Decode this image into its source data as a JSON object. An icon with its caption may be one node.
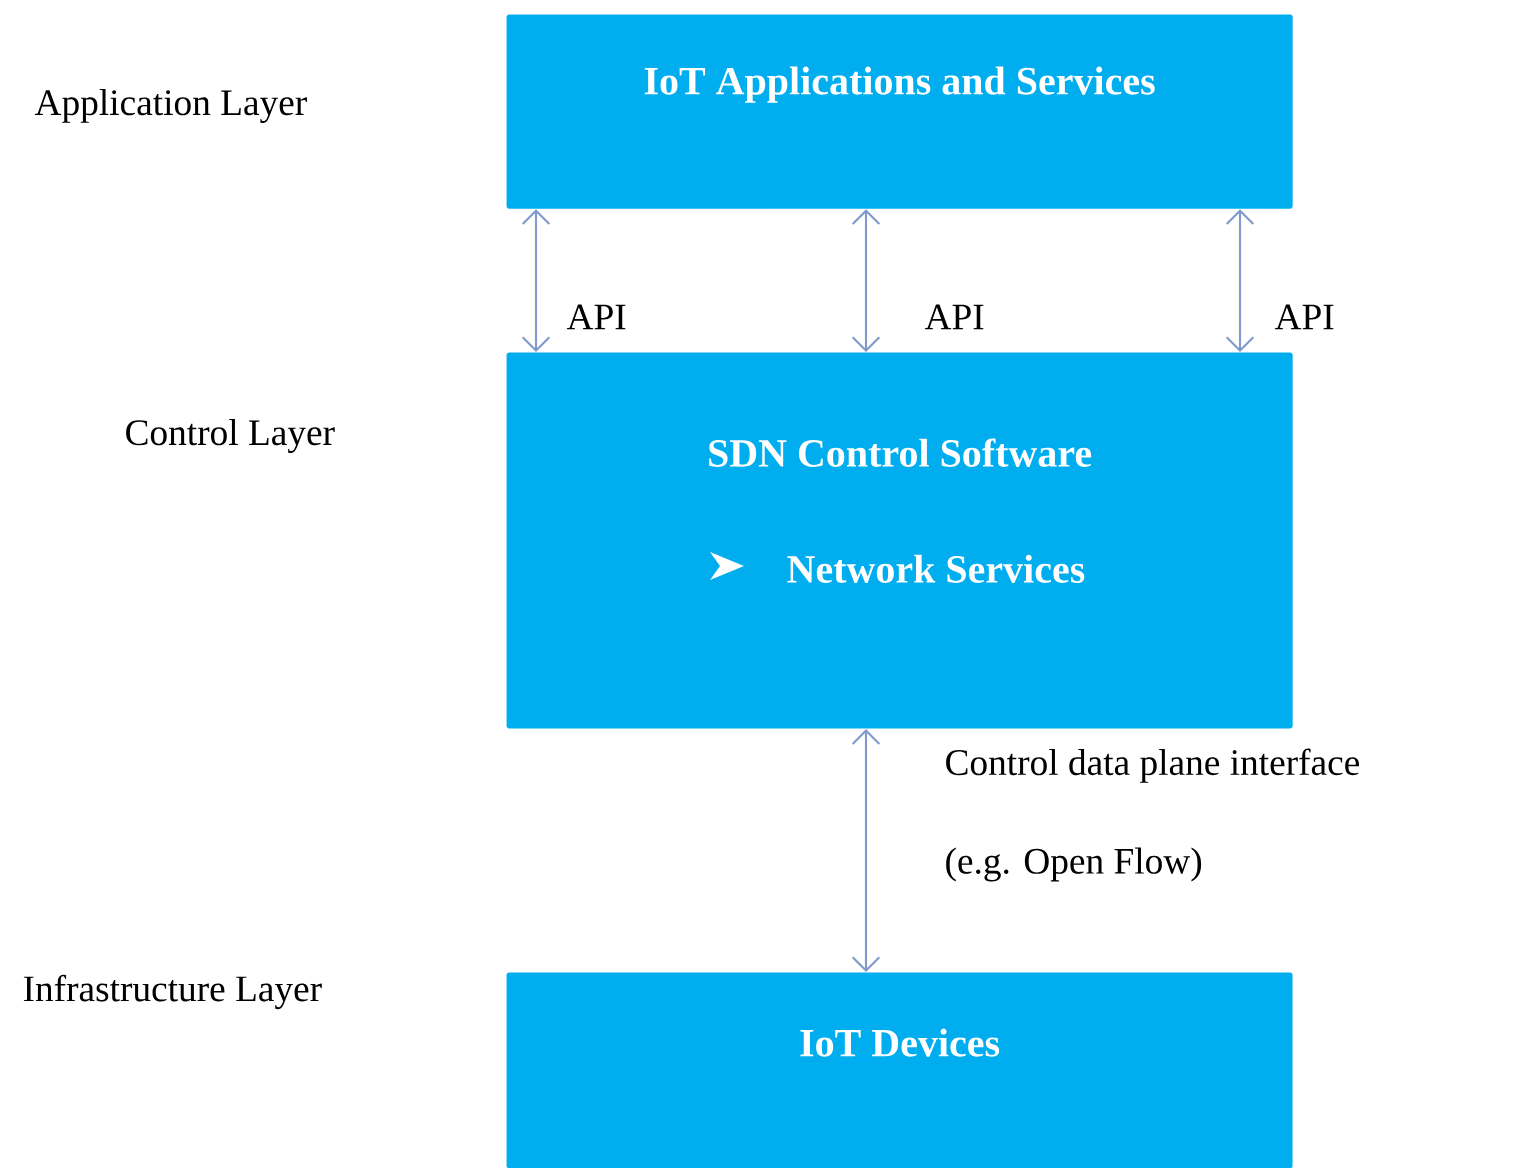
{
  "diagram": {
    "nodes": [
      {
        "text": [
          "IoT Applications and Services"
        ]
      },
      {
        "text": [
          "SDN Control Software",
          "Network Services"
        ]
      },
      {
        "text": [
          "IoT Devices"
        ]
      }
    ],
    "edges": [
      {
        "from": 0,
        "to": 1,
        "arrow": "both",
        "label": "API"
      },
      {
        "from": 0,
        "to": 1,
        "arrow": "both",
        "label": "API"
      },
      {
        "from": 0,
        "to": 1,
        "arrow": "both",
        "label": "API"
      },
      {
        "from": 1,
        "to": 2,
        "arrow": "both",
        "label": "Control data plane interface (e.g. Open Flow)"
      }
    ],
    "labels": [
      "Application Layer",
      "Control Layer",
      "Infrastructure Layer"
    ]
  }
}
